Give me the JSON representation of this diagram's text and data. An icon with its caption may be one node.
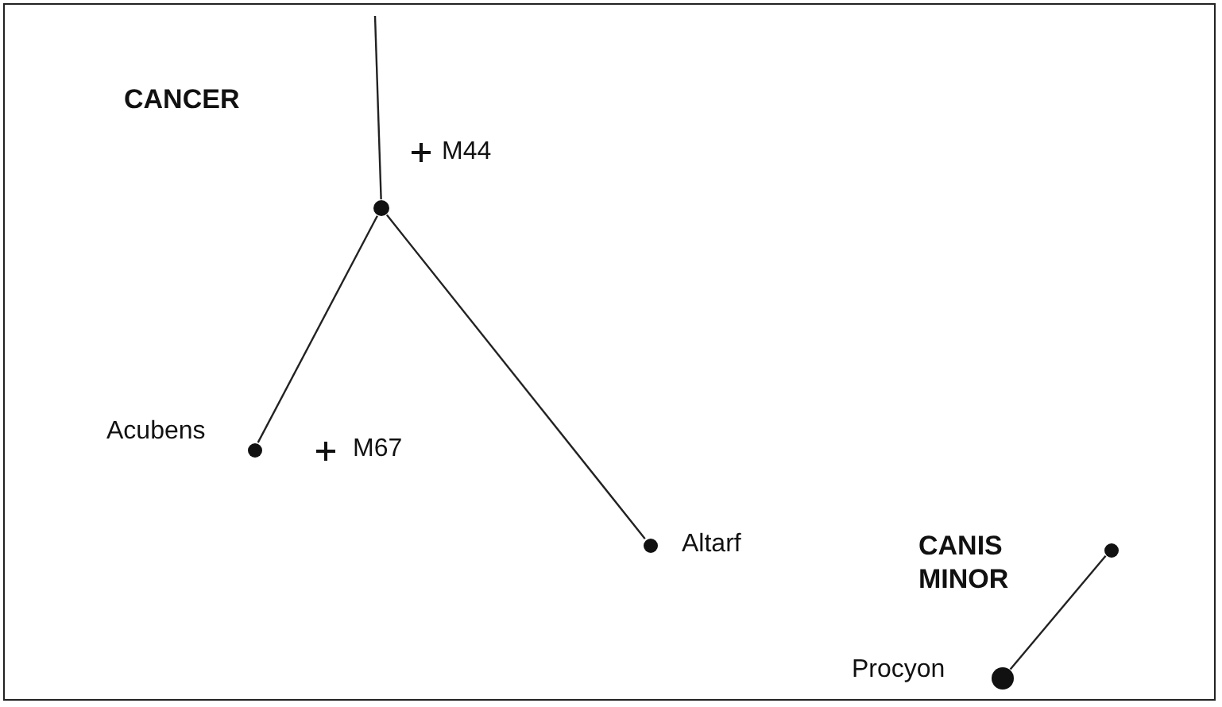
{
  "diagram": {
    "nodes": [
      {
        "text": [],
        "shape": "circle"
      },
      {
        "text": [],
        "shape": "circle",
        "beside": [
          "Acubens"
        ]
      },
      {
        "text": [],
        "shape": "circle",
        "beside": [
          "Altarf"
        ]
      },
      {
        "text": [],
        "shape": "circle"
      },
      {
        "text": [],
        "shape": "circle",
        "beside": [
          "Procyon"
        ]
      }
    ],
    "edges": [
      {
        "from": null,
        "to": 0,
        "arrow": "none"
      },
      {
        "from": 0,
        "to": 1,
        "arrow": "none"
      },
      {
        "from": 0,
        "to": 2,
        "arrow": "none"
      },
      {
        "from": 3,
        "to": 4,
        "arrow": "none"
      }
    ],
    "labels": [
      "CANCER",
      "M44",
      "M67",
      "CANIS MINOR"
    ]
  }
}
